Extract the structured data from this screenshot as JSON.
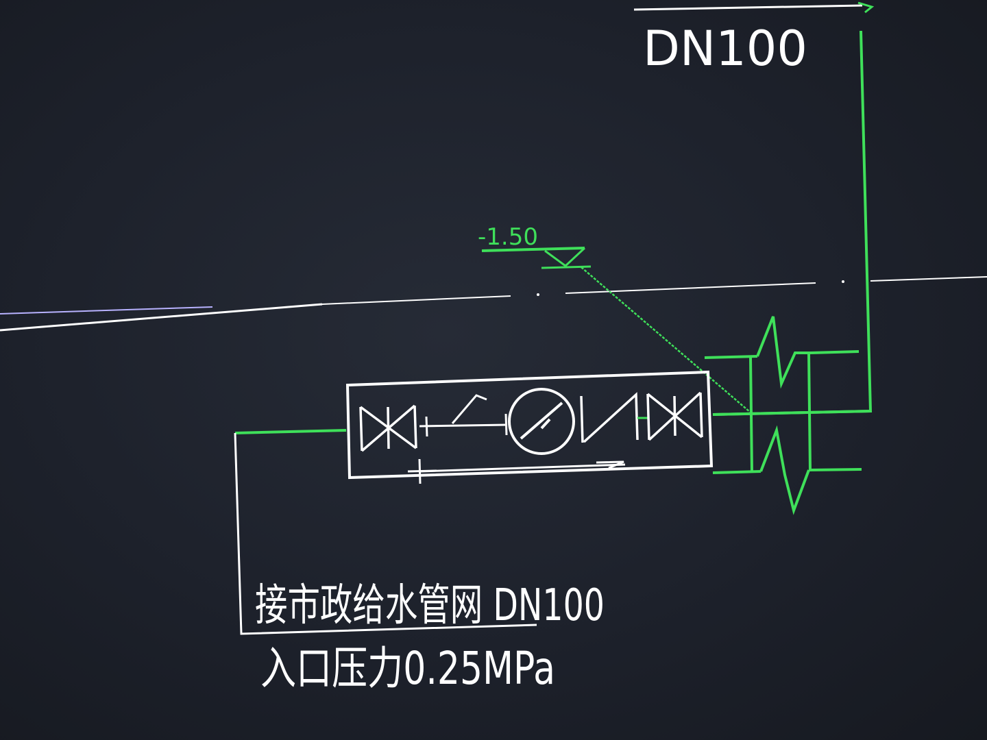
{
  "colors": {
    "background": "#1c2029",
    "pipe_green": "#3fe05a",
    "line_white": "#ffffff",
    "line_purple": "#cfc6ff"
  },
  "labels": {
    "top_pipe_size": "DN100",
    "elevation": "-1.50",
    "main_caption": "接市政给水管网  DN100",
    "pressure_caption": "入口压力0.25MPa"
  },
  "components": [
    "gate-valve-icon",
    "check-valve-icon",
    "water-meter-icon",
    "check-valve-icon",
    "gate-valve-icon",
    "wall-break-icon"
  ]
}
